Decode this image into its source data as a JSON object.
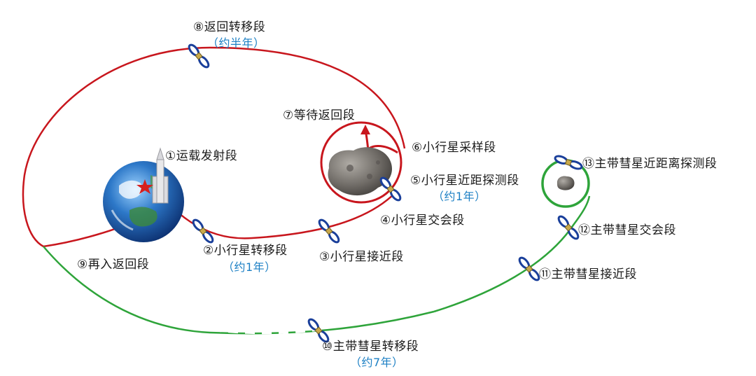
{
  "phases": {
    "p1": {
      "label": "①运载发射段"
    },
    "p2": {
      "label": "②小行星转移段",
      "duration": "（约1年）"
    },
    "p3": {
      "label": "③小行星接近段"
    },
    "p4": {
      "label": "④小行星交会段"
    },
    "p5": {
      "label": "⑤小行星近距探测段",
      "duration": "（约1年）"
    },
    "p6": {
      "label": "⑥小行星采样段"
    },
    "p7": {
      "label": "⑦等待返回段"
    },
    "p8": {
      "label": "⑧返回转移段",
      "duration": "（约半年）"
    },
    "p9": {
      "label": "⑨再入返回段"
    },
    "p10": {
      "label": "⑩主带彗星转移段",
      "duration": "（约7年）"
    },
    "p11": {
      "label": "⑪主带彗星接近段"
    },
    "p12": {
      "label": "⑫主带彗星交会段"
    },
    "p13": {
      "label": "⑬主带彗星近距离探测段"
    }
  },
  "colors": {
    "asteroid_orbit": "#c8161d",
    "comet_orbit": "#2ea43a",
    "duration_text": "#1b7fc4",
    "label_text": "#1a1a1a"
  },
  "icons": {
    "earth": "earth-icon",
    "rocket": "rocket-icon",
    "launch_site": "star-icon",
    "spacecraft": "spacecraft-icon",
    "asteroid": "asteroid-icon",
    "comet": "comet-icon"
  }
}
